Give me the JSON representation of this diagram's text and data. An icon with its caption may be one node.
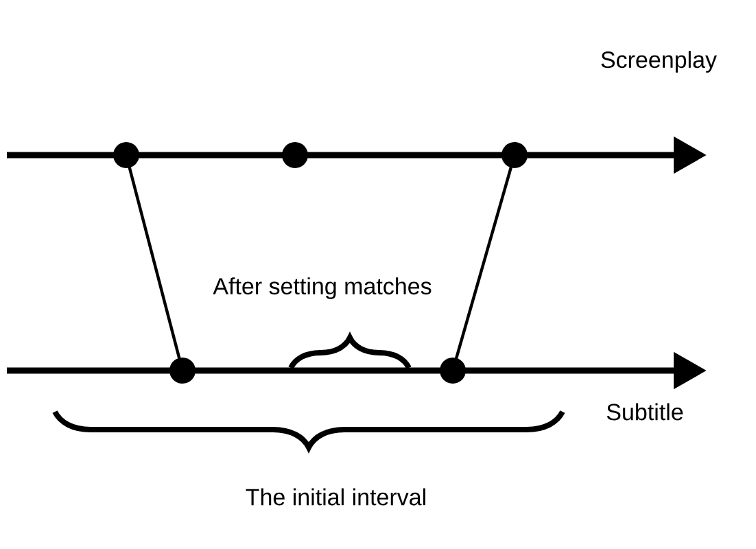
{
  "diagram": {
    "nodes": [
      {
        "text": [],
        "shape": "circle"
      },
      {
        "text": [],
        "shape": "circle"
      },
      {
        "text": [],
        "shape": "circle"
      },
      {
        "text": [],
        "shape": "circle"
      },
      {
        "text": [],
        "shape": "circle"
      }
    ],
    "edges": [
      {
        "from": 0,
        "to": 3,
        "arrow": "none"
      },
      {
        "from": 2,
        "to": 4,
        "arrow": "none"
      }
    ],
    "labels": [
      "Screenplay",
      "After setting matches",
      "Subtitle",
      "The initial interval"
    ]
  }
}
